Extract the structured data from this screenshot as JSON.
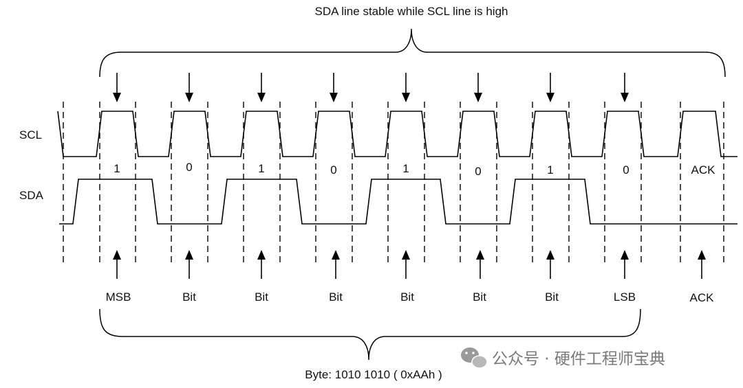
{
  "title": "SDA line stable while SCL line is high",
  "signals": {
    "scl": "SCL",
    "sda": "SDA"
  },
  "bits": [
    {
      "value": "1",
      "label": "MSB"
    },
    {
      "value": "0",
      "label": "Bit"
    },
    {
      "value": "1",
      "label": "Bit"
    },
    {
      "value": "0",
      "label": "Bit"
    },
    {
      "value": "1",
      "label": "Bit"
    },
    {
      "value": "0",
      "label": "Bit"
    },
    {
      "value": "1",
      "label": "Bit"
    },
    {
      "value": "0",
      "label": "LSB"
    },
    {
      "value": "ACK",
      "label": "ACK"
    }
  ],
  "byte_label": "Byte: 1010 1010 ( 0xAAh )",
  "watermark": "公众号 · 硬件工程师宝典"
}
